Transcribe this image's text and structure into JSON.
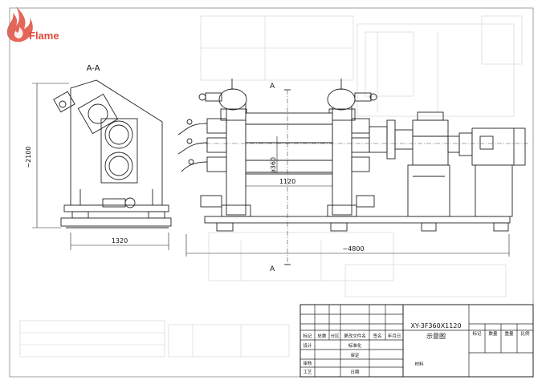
{
  "brand": {
    "name": "Flame",
    "color": "#e04b3c"
  },
  "section_view": {
    "label": "A-A",
    "height_dim": "~2100",
    "width_dim": "1320"
  },
  "main_view": {
    "section_mark_top": "A",
    "section_mark_bottom": "A",
    "roll_diameter": "ø360",
    "roll_length": "1120",
    "overall_length": "~4800"
  },
  "title_block": {
    "model": "XY-3F360X1120",
    "drawing_name": "示意图",
    "row_headers": [
      "标记",
      "处数",
      "分区",
      "更改文件名",
      "签名",
      "年月日"
    ],
    "left_labels": [
      "设计",
      "",
      "审核",
      "工艺"
    ],
    "mid_labels": [
      "标准化",
      "审定",
      "",
      "日期"
    ],
    "right_headers": [
      "标记",
      "数量",
      "重量",
      "比例"
    ],
    "material_label": "材料"
  }
}
